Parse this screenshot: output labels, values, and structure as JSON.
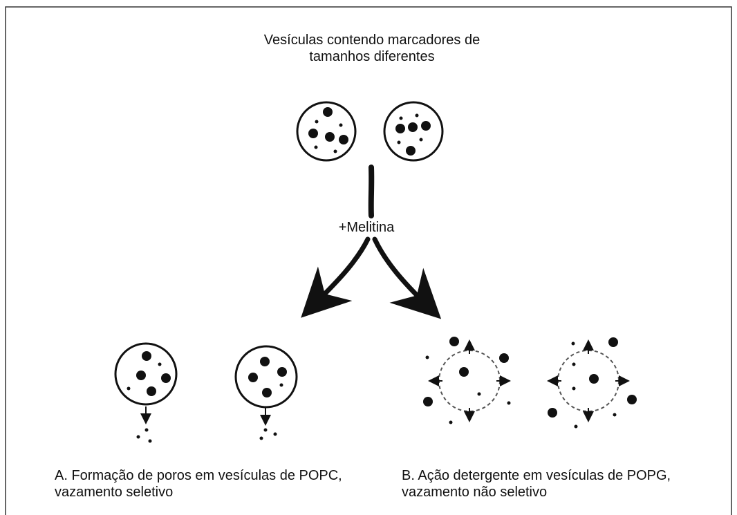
{
  "title": {
    "line1": "Vesículas contendo marcadores de",
    "line2": "tamanhos diferentes"
  },
  "reagent_label": "+Melitina",
  "outcome_a": {
    "line1": "A. Formação de poros em vesículas de POPC,",
    "line2": "vazamento seletivo"
  },
  "outcome_b": {
    "line1": "B. Ação detergente em vesículas de POPG,",
    "line2": "vazamento não seletivo"
  },
  "colors": {
    "ink": "#111111",
    "frame": "#333333",
    "background": "#ffffff"
  },
  "icons": {
    "arrow_left": "curved-arrow-left-icon",
    "arrow_right": "curved-arrow-right-icon"
  }
}
